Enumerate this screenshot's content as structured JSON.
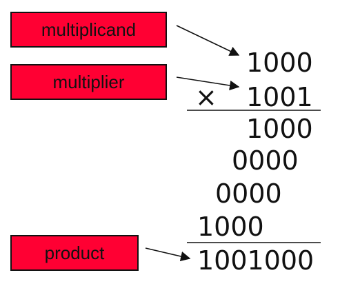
{
  "labels": {
    "multiplicand": "multiplicand",
    "multiplier": "multiplier",
    "product": "product"
  },
  "calculation": {
    "multiplicand": "1000",
    "operator": "×",
    "multiplier": "1001",
    "partial_products": [
      "1000",
      "0000",
      "0000",
      "1000"
    ],
    "product": "1001000"
  },
  "colors": {
    "label_fill": "#ff0033",
    "text": "#111111"
  }
}
